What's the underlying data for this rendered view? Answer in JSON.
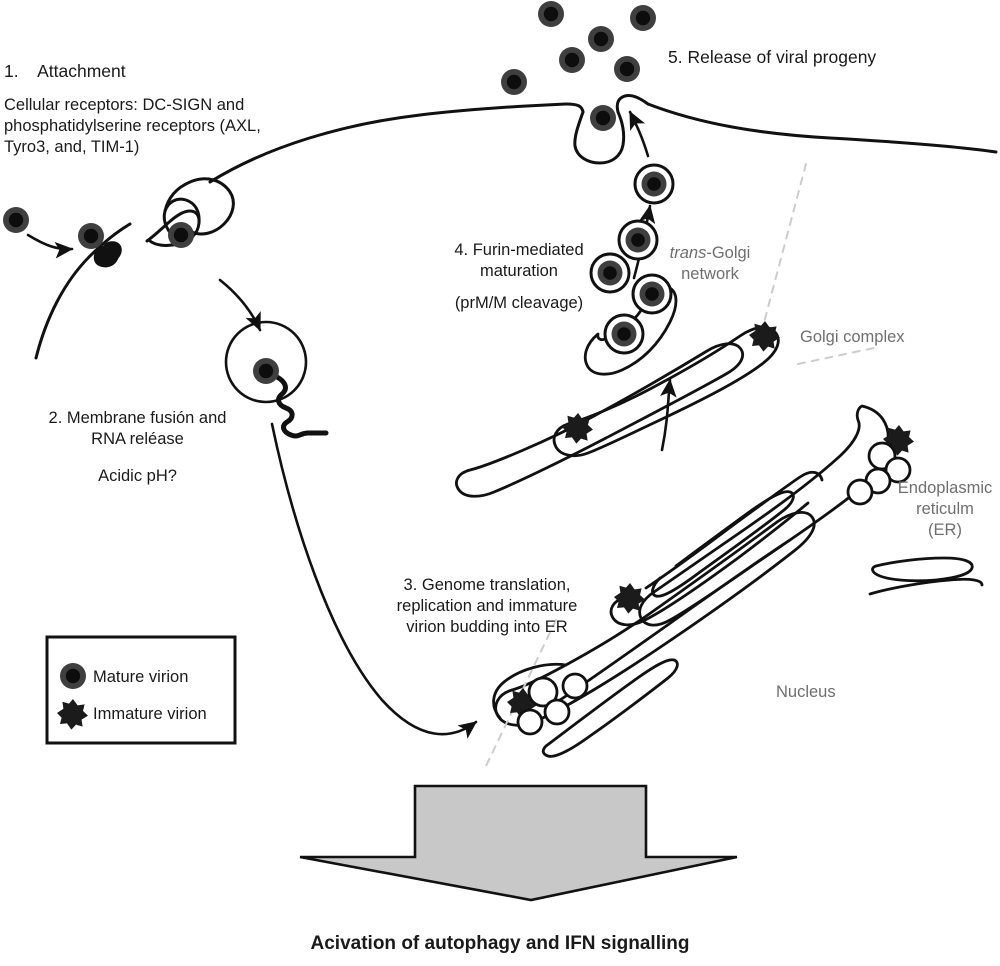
{
  "figure": {
    "type": "diagram",
    "subject": "Flavivirus (Zika) replication cycle in a host cell",
    "bottom_caption": "Acivation of autophagy and IFN signalling"
  },
  "steps": {
    "step1_title": "1.    Attachment",
    "step1_detail": "Cellular receptors: DC-SIGN and\nphosphatidylserine receptors (AXL,\nTyro3, and, TIM-1)",
    "step2_title": "2. Membrane fusión and\nRNA reléase",
    "step2_detail": "Acidic pH?",
    "step3_title": "3. Genome translation,\nreplication and immature\nvirion budding into ER",
    "step4_title": "4. Furin-mediated\nmaturation",
    "step4_detail": "(prM/M cleavage)",
    "step5_title": "5. Release of viral progeny"
  },
  "organelles": {
    "trans_golgi_italic": "trans",
    "trans_golgi_rest": "-Golgi\nnetwork",
    "golgi_complex": "Golgi complex",
    "endoplasmic_reticulum": "Endoplasmic\nreticulm\n(ER)",
    "nucleus": "Nucleus"
  },
  "legend": {
    "mature_label": "Mature virion",
    "immature_label": "Immature virion"
  },
  "colors": {
    "stroke": "#111111",
    "virion_ring": "#3f3f3f",
    "virion_core": "#0d0d0d",
    "organelle_label": "#6f6f6f",
    "arrow_fill": "#c8c8c8",
    "arrow_stroke": "#111111",
    "guide_line": "#cccccc",
    "background": "#ffffff"
  }
}
